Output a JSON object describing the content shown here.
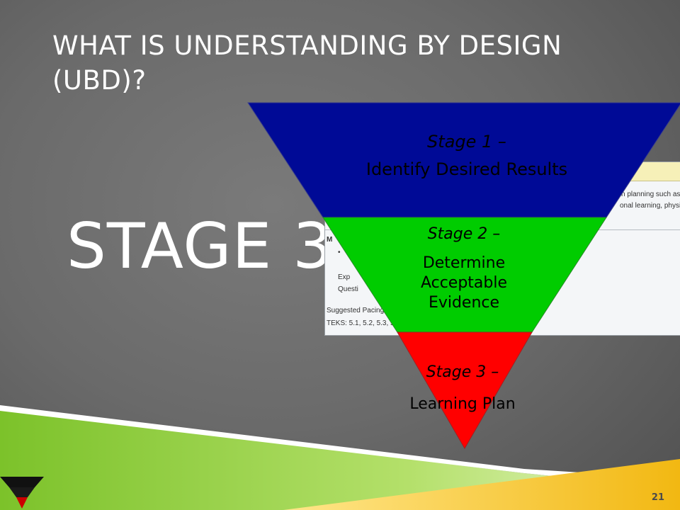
{
  "slide": {
    "title": "WHAT IS UNDERSTANDING BY DESIGN (UBD)?",
    "big_label": "STAGE 3",
    "page_number": "21"
  },
  "pyramid": {
    "stages": [
      {
        "stage": "Stage 1 –",
        "text": "Identify Desired Results",
        "color": "#000a96"
      },
      {
        "stage": "Stage 2 –",
        "text_lines": [
          "Determine",
          "Acceptable",
          "Evidence"
        ],
        "color": "#00cc00"
      },
      {
        "stage": "Stage 3 –",
        "text": "Learning Plan",
        "color": "#ff0000"
      }
    ]
  },
  "background_document": {
    "lines": [
      "n planning such as",
      "onal learning, physical",
      "M",
      "Exp",
      "Questi",
      "Suggested Pacing: (",
      "TEKS: 5.1, 5.2, 5.3, 5.4"
    ]
  },
  "colors": {
    "bottom_green": "#8fd23a",
    "bottom_yellow": "#f2c21a",
    "background": "#6a6a6a"
  }
}
